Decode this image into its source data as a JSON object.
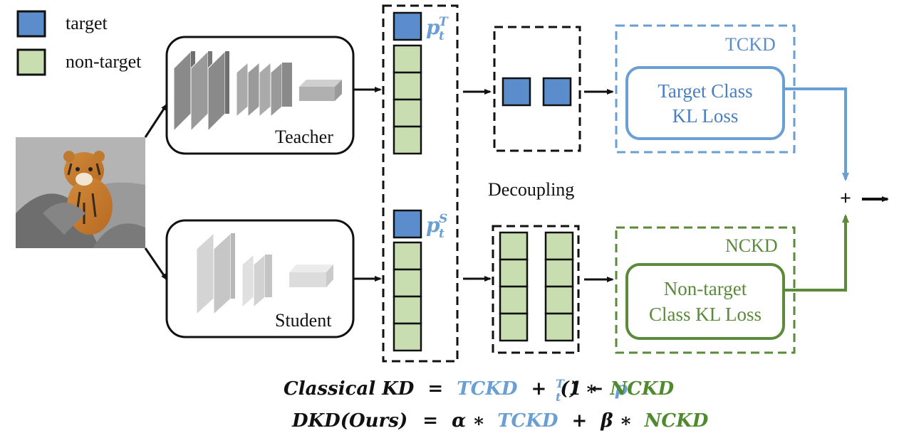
{
  "legend": {
    "target_label": "target",
    "non_target_label": "non-target"
  },
  "models": {
    "teacher_label": "Teacher",
    "student_label": "Student"
  },
  "probabilities": {
    "teacher_symbol": "p",
    "teacher_sub": "t",
    "teacher_sup": "T",
    "student_symbol": "p",
    "student_sub": "t",
    "student_sup": "S"
  },
  "decoupling_label": "Decoupling",
  "tckd": {
    "tag": "TCKD",
    "loss_line1": "Target Class",
    "loss_line2": "KL Loss"
  },
  "nckd": {
    "tag": "NCKD",
    "loss_line1": "Non-target",
    "loss_line2": "Class KL Loss"
  },
  "sum_symbol": "+",
  "equations": {
    "classical_lhs": "Classical KD",
    "eq": "=",
    "tckd": "TCKD",
    "plus": "+",
    "one_minus_open": "(1 −",
    "p": "p",
    "p_sub": "t",
    "p_sup": "T",
    "close_times": ") ∗",
    "nckd": "NCKD",
    "dkd_lhs": "DKD(Ours)",
    "alpha_times": "α ∗",
    "beta_times": "β ∗"
  },
  "colors": {
    "target_fill": "#5b8dcc",
    "non_target_fill": "#c8deb0",
    "tckd_blue": "#6a9fd4",
    "nckd_green": "#5a8a3a",
    "equation_blue": "#6a9fd4",
    "equation_green": "#4f8a2f"
  }
}
